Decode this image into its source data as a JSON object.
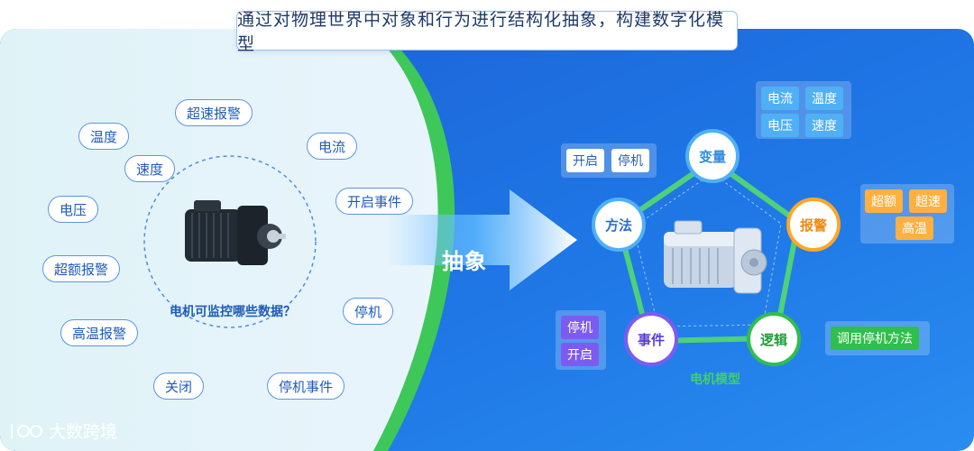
{
  "header": {
    "title": "通过对物理世界中对象和行为进行结构化抽象，构建数字化模型"
  },
  "left": {
    "pills": [
      {
        "id": "over-speed",
        "label": "超速报警"
      },
      {
        "id": "temperature",
        "label": "温度"
      },
      {
        "id": "current",
        "label": "电流"
      },
      {
        "id": "speed",
        "label": "速度"
      },
      {
        "id": "start-event",
        "label": "开启事件"
      },
      {
        "id": "voltage",
        "label": "电压"
      },
      {
        "id": "over-limit",
        "label": "超额报警"
      },
      {
        "id": "stop",
        "label": "停机"
      },
      {
        "id": "high-temp",
        "label": "高温报警"
      },
      {
        "id": "close",
        "label": "关闭"
      },
      {
        "id": "stop-event",
        "label": "停机事件"
      }
    ],
    "question": "电机可监控哪些数据？"
  },
  "arrow_label": "抽象",
  "model": {
    "label": "电机模型",
    "nodes": {
      "variable": "变量",
      "method": "方法",
      "alarm": "报警",
      "event": "事件",
      "logic": "逻辑"
    },
    "variable_tags": [
      "电流",
      "温度",
      "电压",
      "速度"
    ],
    "method_tags": [
      "开启",
      "停机"
    ],
    "alarm_tags": [
      "超额",
      "超速",
      "高温"
    ],
    "event_tags": [
      "停机",
      "开启"
    ],
    "logic_tags": [
      "调用停机方法"
    ]
  },
  "watermark": {
    "text": "大数跨境"
  },
  "colors": {
    "left_bg": "#e8f5fb",
    "right_bg": "#1f6fe0",
    "green_arc": "#3ec85a",
    "pill_border": "#5b95e8",
    "variable": "#4fb0f5",
    "alarm": "#ffa726",
    "event": "#7c5cf0",
    "logic": "#2fbf4c",
    "method": "#4fb0f5"
  }
}
